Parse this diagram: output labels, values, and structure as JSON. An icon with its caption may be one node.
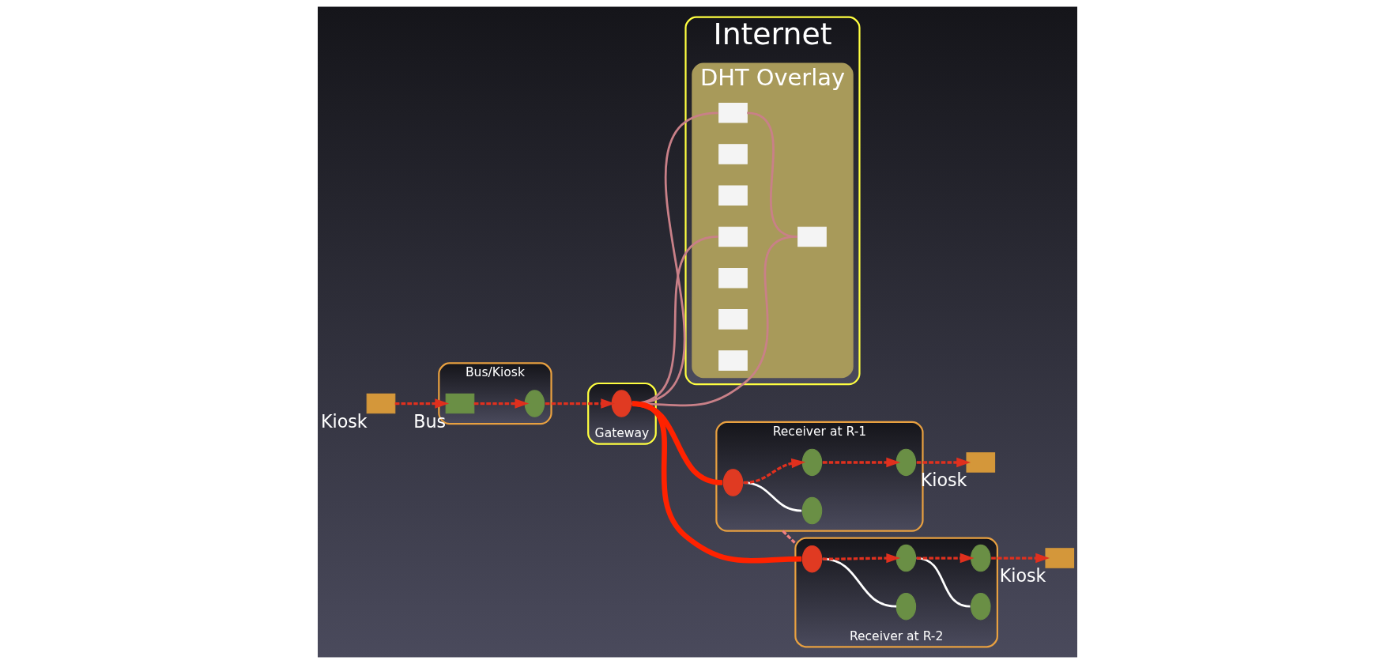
{
  "diagram": {
    "nodes": [
      {
        "text": [
          "Internet"
        ]
      },
      {
        "text": [
          "DHT Overlay"
        ],
        "in": 0
      },
      {
        "text": [],
        "shape": "box",
        "in": 1
      },
      {
        "text": [],
        "shape": "box",
        "in": 1
      },
      {
        "text": [],
        "shape": "box",
        "in": 1
      },
      {
        "text": [],
        "shape": "box",
        "in": 1
      },
      {
        "text": [],
        "shape": "box",
        "in": 1
      },
      {
        "text": [],
        "shape": "box",
        "in": 1
      },
      {
        "text": [],
        "shape": "box",
        "in": 1
      },
      {
        "text": [],
        "shape": "box",
        "in": 1
      },
      {
        "text": [
          "Bus/Kiosk"
        ]
      },
      {
        "text": [],
        "shape": "box",
        "beside": [
          "Bus"
        ],
        "in": 10
      },
      {
        "text": [],
        "shape": "ellipse",
        "in": 10
      },
      {
        "text": [],
        "shape": "box",
        "beside": [
          "Kiosk"
        ]
      },
      {
        "text": [
          "Gateway"
        ]
      },
      {
        "text": [],
        "shape": "ellipse",
        "in": 14
      },
      {
        "text": [
          "Receiver at R-1"
        ]
      },
      {
        "text": [],
        "shape": "ellipse",
        "in": 16
      },
      {
        "text": [],
        "shape": "ellipse",
        "in": 16
      },
      {
        "text": [],
        "shape": "ellipse",
        "in": 16
      },
      {
        "text": [],
        "shape": "ellipse",
        "in": 16
      },
      {
        "text": [],
        "shape": "box",
        "beside": [
          "Kiosk"
        ]
      },
      {
        "text": [
          "Receiver at R-2"
        ]
      },
      {
        "text": [],
        "shape": "ellipse",
        "in": 22
      },
      {
        "text": [],
        "shape": "ellipse",
        "in": 22
      },
      {
        "text": [],
        "shape": "ellipse",
        "in": 22
      },
      {
        "text": [],
        "shape": "ellipse",
        "in": 22
      },
      {
        "text": [],
        "shape": "ellipse",
        "in": 22
      },
      {
        "text": [],
        "shape": "box",
        "beside": [
          "Kiosk"
        ]
      }
    ],
    "edges": [
      {
        "from": 13,
        "to": 11,
        "arrow": "to",
        "style": "dashed"
      },
      {
        "from": 11,
        "to": 12,
        "arrow": "to",
        "style": "dashed"
      },
      {
        "from": 12,
        "to": 15,
        "arrow": "to",
        "style": "dashed"
      },
      {
        "from": 15,
        "to": 6,
        "arrow": "none",
        "color": "#c98088"
      },
      {
        "from": 15,
        "to": 2,
        "arrow": "none",
        "color": "#c98088"
      },
      {
        "from": 15,
        "to": 3,
        "arrow": "none",
        "color": "#c98088"
      },
      {
        "from": 2,
        "to": 3,
        "arrow": "none",
        "color": "#c98088"
      },
      {
        "from": 15,
        "to": 17,
        "arrow": "none",
        "style": "thick",
        "color": "#ff2200"
      },
      {
        "from": 15,
        "to": 23,
        "arrow": "none",
        "style": "thick",
        "color": "#ff2200"
      },
      {
        "from": 17,
        "to": 18,
        "arrow": "none",
        "color": "#ffffff"
      },
      {
        "from": 17,
        "to": 20,
        "arrow": "to",
        "style": "dashed"
      },
      {
        "from": 20,
        "to": 19,
        "arrow": "to",
        "style": "dashed"
      },
      {
        "from": 19,
        "to": 21,
        "arrow": "to",
        "style": "dashed"
      },
      {
        "from": 16,
        "to": 22,
        "arrow": "none",
        "style": "dashed",
        "color": "#f08080"
      },
      {
        "from": 23,
        "to": 25,
        "arrow": "none",
        "color": "#ffffff"
      },
      {
        "from": 23,
        "to": 26,
        "arrow": "to",
        "style": "dashed"
      },
      {
        "from": 26,
        "to": 24,
        "arrow": "none",
        "color": "#ffffff"
      },
      {
        "from": 26,
        "to": 27,
        "arrow": "to",
        "style": "dashed"
      },
      {
        "from": 27,
        "to": 28,
        "arrow": "to",
        "style": "dashed"
      }
    ]
  }
}
